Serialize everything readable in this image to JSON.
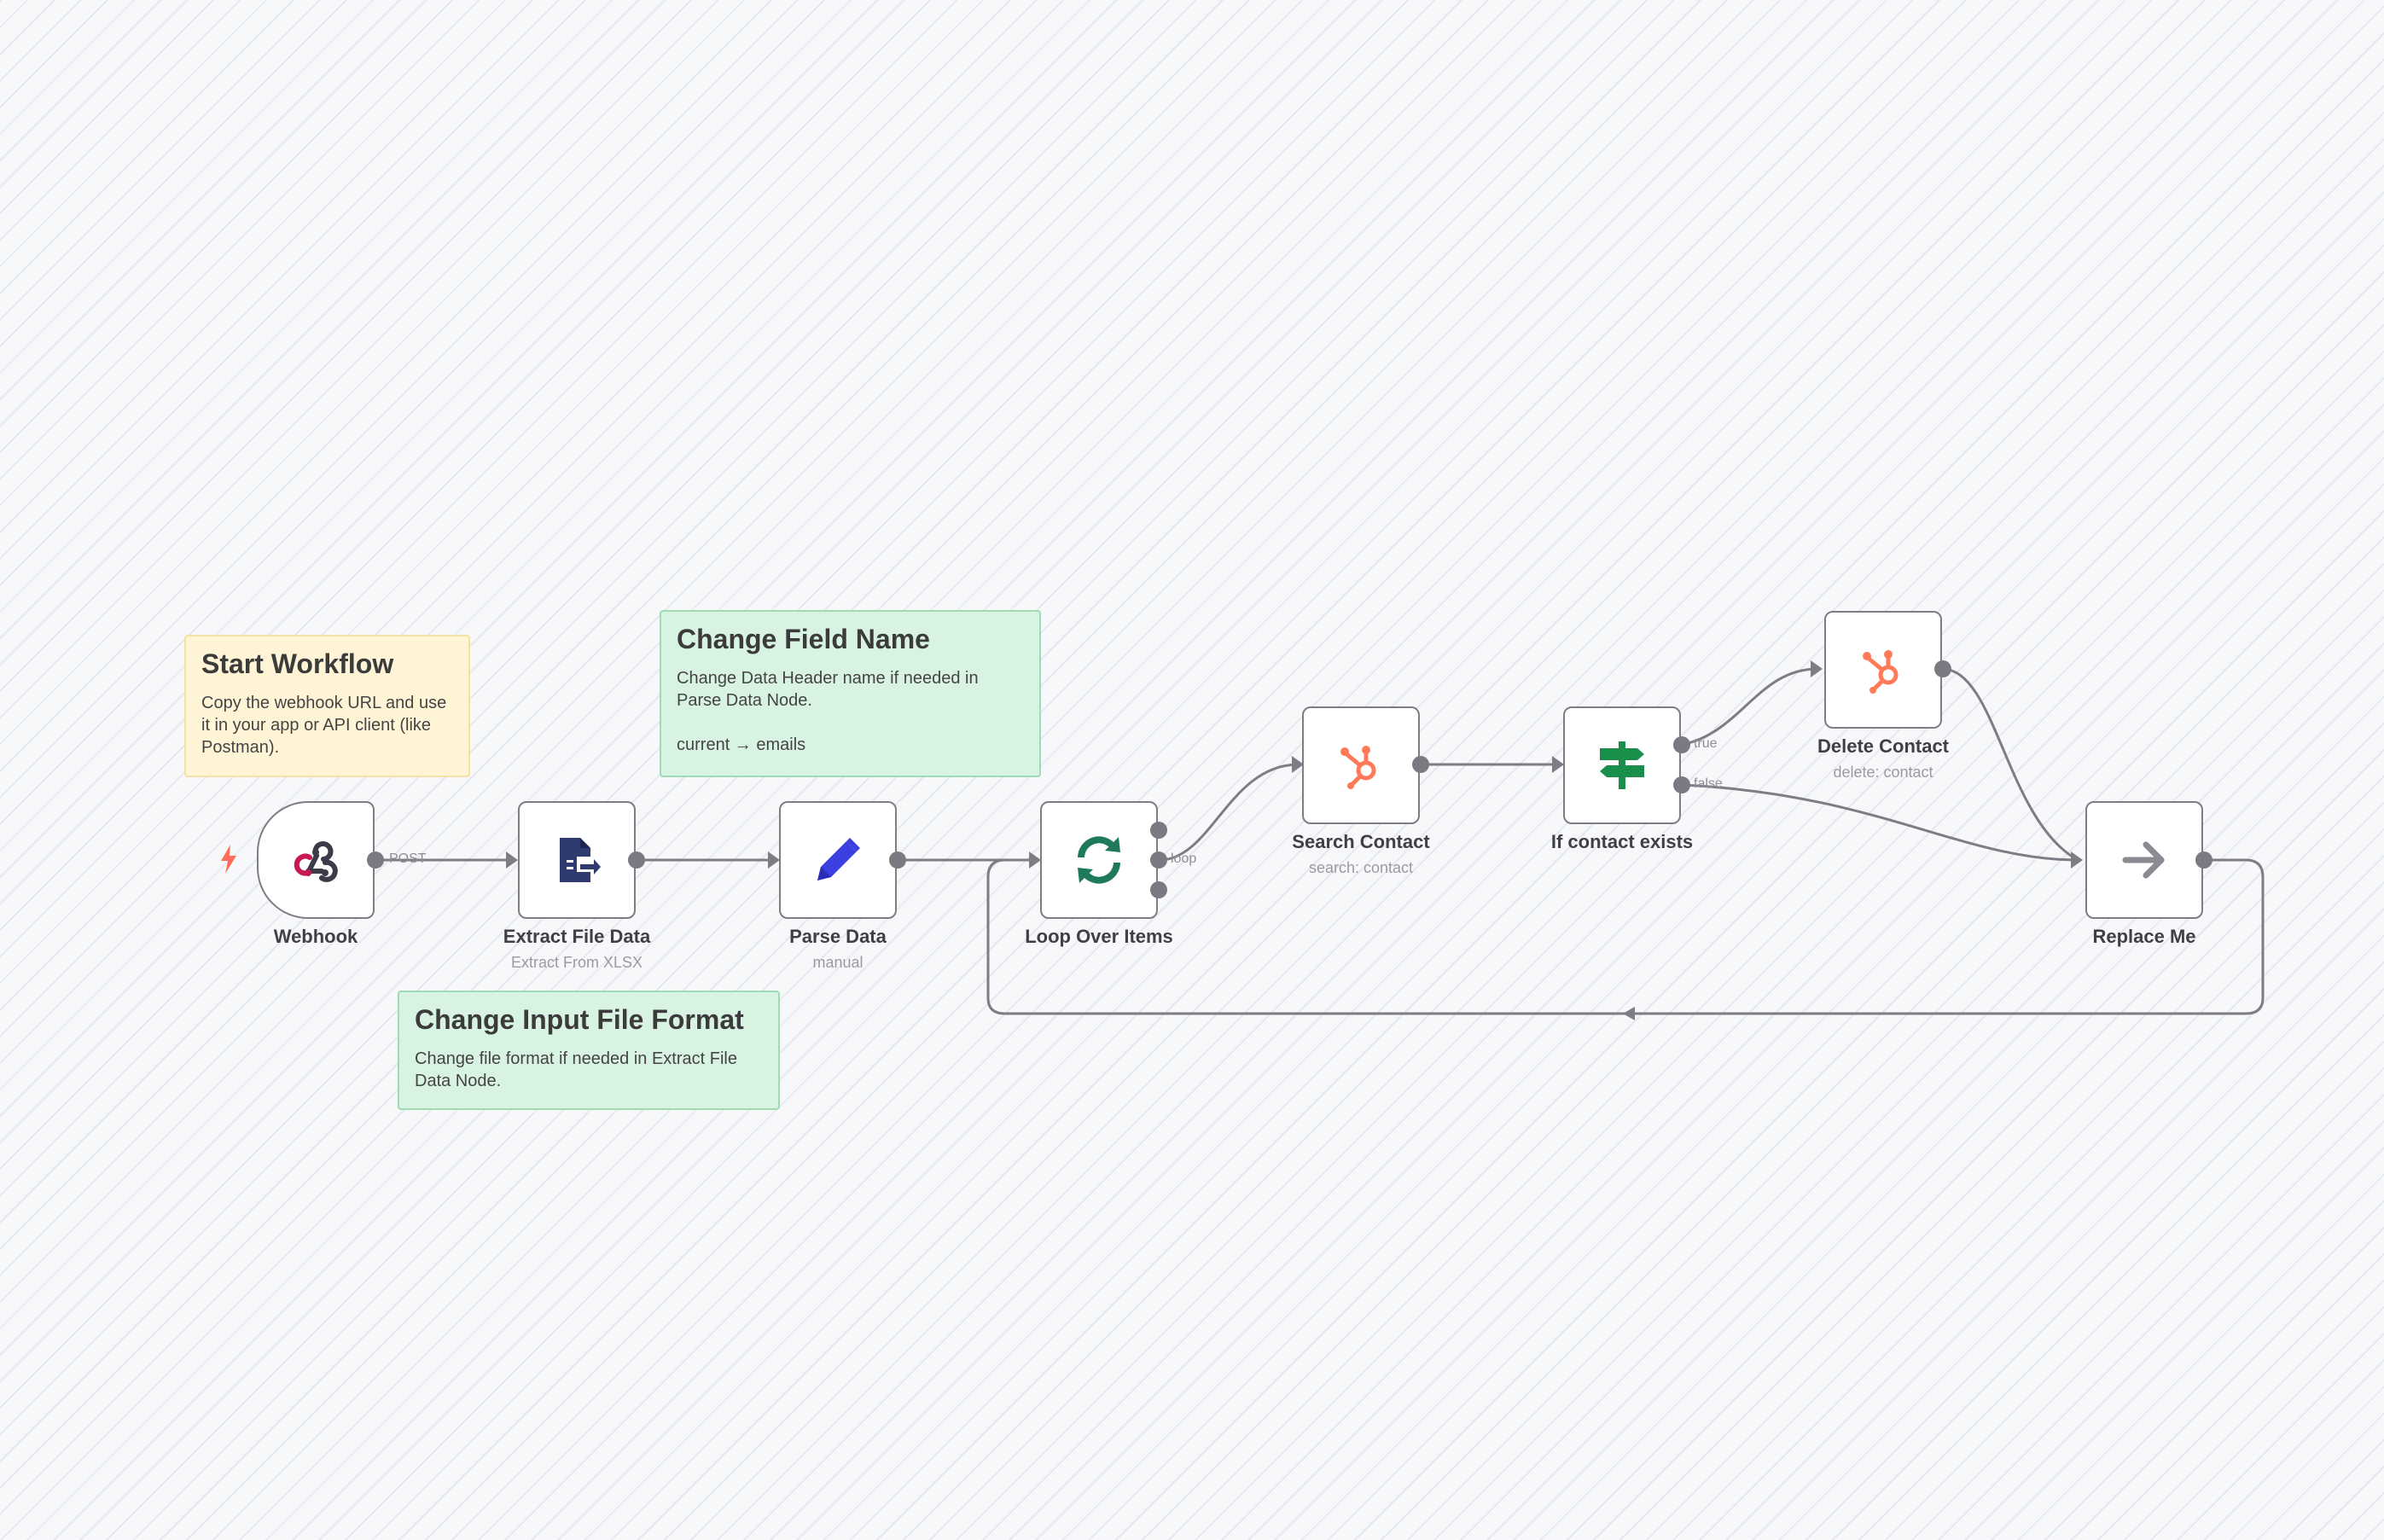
{
  "sticky_notes": {
    "start": {
      "title": "Start Workflow",
      "body": "Copy the webhook URL and use it in your app or API client (like Postman)."
    },
    "field_name": {
      "title": "Change Field Name",
      "body": "Change Data Header name if needed in Parse Data Node.",
      "mapping": "current → emails"
    },
    "input_format": {
      "title": "Change Input File Format",
      "body": "Change file format if needed in Extract File Data Node."
    }
  },
  "nodes": {
    "webhook": {
      "title": "Webhook",
      "icon": "webhook-icon"
    },
    "extract": {
      "title": "Extract File Data",
      "subtitle": "Extract From XLSX",
      "icon": "file-export-icon"
    },
    "parse": {
      "title": "Parse Data",
      "subtitle": "manual",
      "icon": "pencil-icon"
    },
    "loop": {
      "title": "Loop Over Items",
      "icon": "loop-arrows-icon"
    },
    "search": {
      "title": "Search Contact",
      "subtitle": "search: contact",
      "icon": "hubspot-icon"
    },
    "if": {
      "title": "If contact exists",
      "icon": "signpost-icon"
    },
    "delete": {
      "title": "Delete Contact",
      "subtitle": "delete: contact",
      "icon": "hubspot-icon"
    },
    "replace": {
      "title": "Replace Me",
      "icon": "arrow-right-icon"
    }
  },
  "edge_labels": {
    "post": "POST",
    "loop": "loop",
    "true": "true",
    "false": "false"
  },
  "colors": {
    "hubspot": "#ff7a59",
    "loop_icon": "#1f7a5a",
    "if_icon": "#1a8f4b",
    "parse_icon": "#3b3fe0",
    "extract_icon": "#2f3a6e",
    "trigger_bolt": "#ff6d5a",
    "wire": "#7d7d85"
  }
}
